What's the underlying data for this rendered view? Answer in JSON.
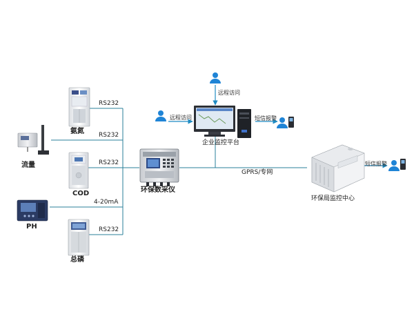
{
  "devices": {
    "ammonia": "氨氮",
    "flow": "流量",
    "cod": "COD",
    "ph": "PH",
    "phosphorus": "总磷"
  },
  "links": {
    "rs232_1": "RS232",
    "rs232_2": "RS232",
    "rs232_3": "RS232",
    "analog": "4-20mA",
    "rs232_4": "RS232",
    "gprs": "GPRS/专网"
  },
  "collector": "环保数采仪",
  "enterprise": {
    "name": "企业监控平台",
    "remote_top": "远程访问",
    "remote_left": "远程访问",
    "sms": "短信报警"
  },
  "center": {
    "name": "环保局监控中心",
    "sms": "短信报警"
  },
  "colors": {
    "line": "#2a7f99",
    "arrow": "#1e8bc3",
    "user": "#1f84d6"
  }
}
